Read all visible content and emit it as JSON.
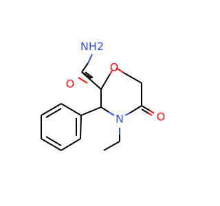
{
  "molecule": {
    "atoms": {
      "amide_n": {
        "label": "NH2",
        "color": "#3050f8"
      },
      "amide_o": {
        "label": "O",
        "color": "#ff0d0d"
      },
      "ring_o": {
        "label": "O",
        "color": "#ff0d0d"
      },
      "ketone_o": {
        "label": "O",
        "color": "#ff0d0d"
      },
      "ring_n": {
        "label": "N",
        "color": "#3050f8"
      }
    },
    "bond_color": "#000000"
  }
}
